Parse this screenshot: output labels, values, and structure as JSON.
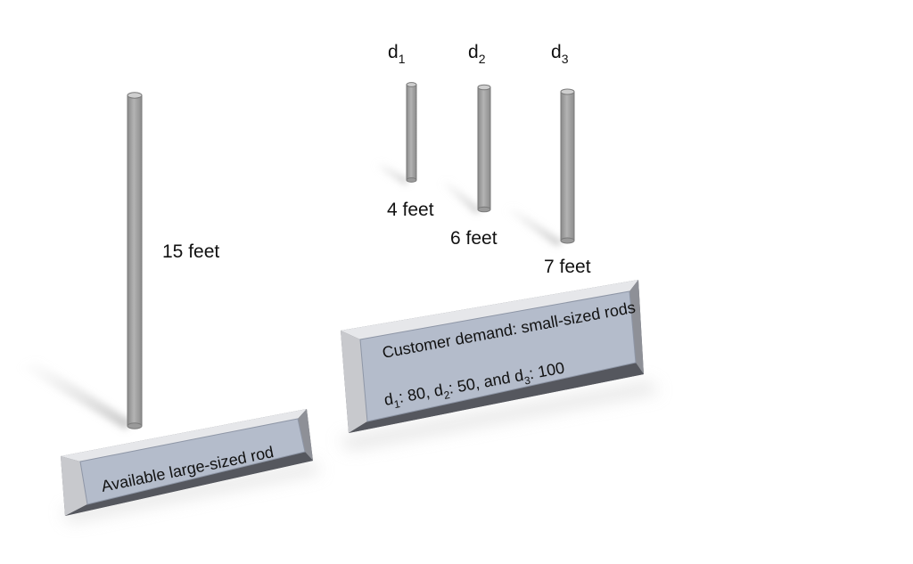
{
  "large_rod": {
    "length_label": "15 feet",
    "sign_text": "Available large-sized rod"
  },
  "small_rods": [
    {
      "label_main": "d",
      "label_sub": "1",
      "length_label": "4 feet"
    },
    {
      "label_main": "d",
      "label_sub": "2",
      "length_label": "6 feet"
    },
    {
      "label_main": "d",
      "label_sub": "3",
      "length_label": "7 feet"
    }
  ],
  "demand_sign": {
    "line1": "Customer demand: small-sized rods",
    "line2": {
      "d1": "d",
      "d1_sub": "1",
      "d1_value": ": 80, ",
      "d2": "d",
      "d2_sub": "2",
      "d2_value": ": 50, and ",
      "d3": "d",
      "d3_sub": "3",
      "d3_value": ": 100"
    }
  },
  "colors": {
    "rod_fill": "#a6a6a6",
    "rod_edge": "#7f7f7f",
    "plate_face": "#b4bccb",
    "plate_bevel_light": "#e4e6ea",
    "plate_bevel_dark": "#5e6068"
  }
}
